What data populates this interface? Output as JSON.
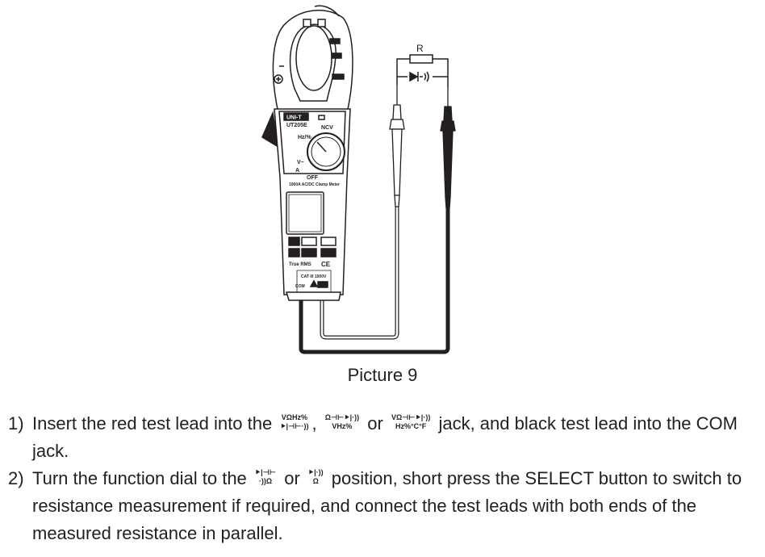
{
  "figure": {
    "brand": "UNI-T",
    "model": "UT205E",
    "device_caption": "1000A AC/DC Clamp Meter",
    "resistor_label": "R",
    "dial_labels": {
      "ncv": "NCV",
      "hz": "Hz/%",
      "v_ac": "V~",
      "off": "OFF",
      "amp": "A"
    },
    "panel_labels": {
      "true_rms": "True RMS",
      "ce": "CE",
      "com": "COM",
      "cat": "CAT III 1000V"
    }
  },
  "caption": "Picture 9",
  "steps": [
    {
      "number": "1)",
      "text_a": "Insert the red test lead into the",
      "sym1_top": "VΩHz%",
      "sym1_bottom": "⯈|⊣⊢·))",
      "comma": ",",
      "sym2_top": "Ω⊣⊢⯈|·))",
      "sym2_bottom": "VHz%",
      "or": "or",
      "sym3_top": "VΩ⊣⊢⯈|·))",
      "sym3_bottom": "Hz%°C°F",
      "text_b": "jack, and black test lead into the COM jack."
    },
    {
      "number": "2)",
      "text_a": "Turn the function dial to the",
      "sym1_top": "⯈|⊣⊢",
      "sym1_bottom": "·))Ω",
      "or": "or",
      "sym2_top": "⯈|·))",
      "sym2_bottom": "Ω",
      "text_b": "position, short press the SELECT button to switch to resistance measurement if required, and connect the test leads with both ends of the measured resistance in parallel."
    }
  ]
}
